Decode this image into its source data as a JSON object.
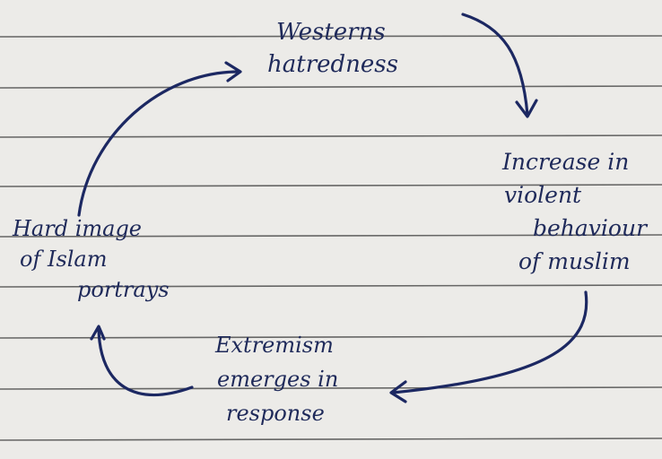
{
  "diagram": {
    "type": "cycle",
    "nodes": [
      {
        "id": "top",
        "lines": [
          "Westerns",
          "hatredness"
        ]
      },
      {
        "id": "right",
        "lines": [
          "Increase in",
          "violent",
          "behaviour",
          "of muslim"
        ]
      },
      {
        "id": "bottom",
        "lines": [
          "Extremism",
          "emerges in",
          "response"
        ]
      },
      {
        "id": "left",
        "lines": [
          "Hard image",
          "of Islam",
          "portrays"
        ]
      }
    ],
    "edges": [
      {
        "from": "top",
        "to": "right"
      },
      {
        "from": "right",
        "to": "bottom"
      },
      {
        "from": "bottom",
        "to": "left"
      },
      {
        "from": "left",
        "to": "top"
      }
    ],
    "colors": {
      "ink": "#1f2a5a",
      "paper": "#ecebe8",
      "rule": "#3a3a3a"
    }
  }
}
